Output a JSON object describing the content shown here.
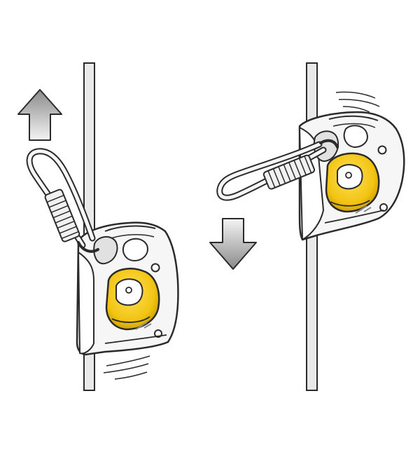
{
  "colors": {
    "background": "#ffffff",
    "outline": "#2b2b2b",
    "rope_fill": "#e9e9e9",
    "device_fill": "#f6f6f6",
    "device_shadow": "#d9d9d9",
    "cam_yellow": "#f2c412",
    "cam_yellow_dark": "#c99a00",
    "arrow_light": "#f4f4f4",
    "arrow_dark": "#8a8a8a"
  },
  "panels": [
    {
      "id": "ascend",
      "arrow_direction": "up",
      "icons": [
        "rope-icon",
        "rope-clamp-icon",
        "carabiner-icon",
        "up-arrow-icon",
        "motion-lines-icon"
      ]
    },
    {
      "id": "descend",
      "arrow_direction": "down",
      "icons": [
        "rope-icon",
        "rope-clamp-icon",
        "carabiner-icon",
        "down-arrow-icon",
        "motion-lines-icon"
      ]
    }
  ]
}
